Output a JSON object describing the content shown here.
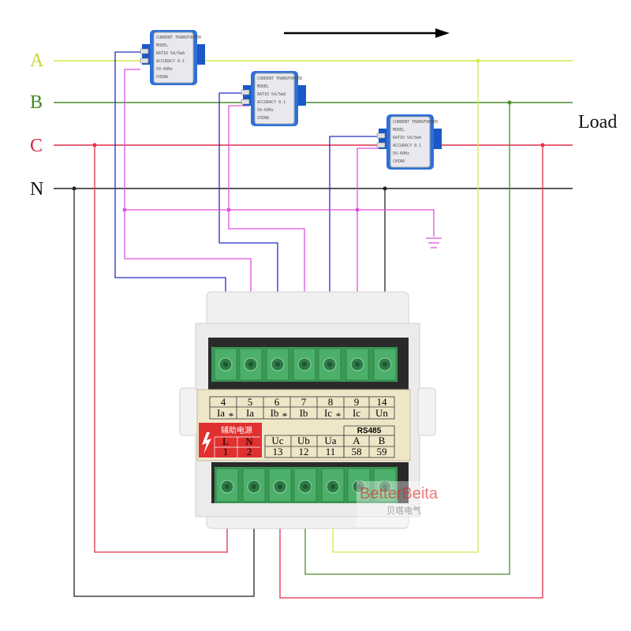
{
  "lines": {
    "A": {
      "label": "A",
      "color": "#d6e84a",
      "label_color": "#c9d62e"
    },
    "B": {
      "label": "B",
      "color": "#4c8a2e",
      "label_color": "#3f8a22"
    },
    "C": {
      "label": "C",
      "color": "#e0304a",
      "label_color": "#d8234a"
    },
    "N": {
      "label": "N",
      "color": "#222222",
      "label_color": "#111111"
    }
  },
  "load_label": "Load",
  "ct_wire_colors": {
    "s1": "#2030c0",
    "s2": "#e050e0"
  },
  "terminal_block_top": {
    "numbers": [
      "4",
      "5",
      "6",
      "7",
      "8",
      "9",
      "14"
    ],
    "labels": [
      "Ia",
      "Ia",
      "Ib",
      "Ib",
      "Ic",
      "Ic",
      "Un"
    ],
    "polarity_marks": [
      true,
      false,
      true,
      false,
      true,
      false,
      false
    ],
    "polarity_symbol": "*"
  },
  "aux_power": {
    "title": "辅助电源",
    "terminals": [
      {
        "name": "L",
        "num": "1"
      },
      {
        "name": "N",
        "num": "2"
      }
    ],
    "color": "#e03030"
  },
  "terminal_block_bottom": {
    "voltage_labels": [
      "Uc",
      "Ub",
      "Ua"
    ],
    "voltage_numbers": [
      "13",
      "12",
      "11"
    ],
    "rs485_title": "RS485",
    "rs485_labels": [
      "A",
      "B"
    ],
    "rs485_numbers": [
      "58",
      "59"
    ]
  },
  "watermark": {
    "brand": "BetterBeita",
    "cn": "贝塔电气"
  },
  "ct_label_lines": [
    "CURRENT TRANSFORMER",
    "MODEL",
    "RATIO 5A/5mA",
    "ACCURACY 0.1",
    "50-60Hz",
    "CHINA"
  ]
}
